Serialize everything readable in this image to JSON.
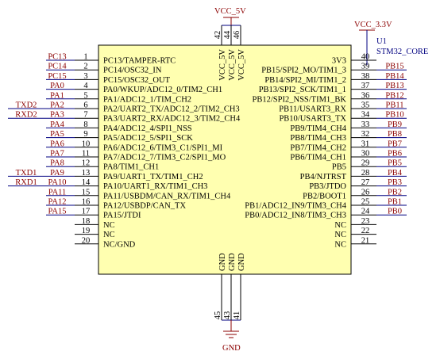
{
  "component": {
    "reference": "U1",
    "value": "STM32_CORE",
    "fill_color": "#ffffb0"
  },
  "power_labels": {
    "vcc_5v": "VCC_5V",
    "vcc_3v3": "VCC_3.3V",
    "gnd": "GND"
  },
  "left_pins": [
    {
      "num": "1",
      "name": "PC13/TAMPER-RTC",
      "net": "PC13"
    },
    {
      "num": "2",
      "name": "PC14/OSC32_IN",
      "net": "PC14"
    },
    {
      "num": "3",
      "name": "PC15/OSC32_OUT",
      "net": "PC15"
    },
    {
      "num": "4",
      "name": "PA0/WKUP/ADC12_0/TIM2_CH1",
      "net": "PA0"
    },
    {
      "num": "5",
      "name": "PA1/ADC12_1/TIM_CH2",
      "net": "PA1"
    },
    {
      "num": "6",
      "name": "PA2/UART2_TX/ADC12_2/TIM2_CH3",
      "net": "PA2",
      "extra": "TXD2"
    },
    {
      "num": "7",
      "name": "PA3/UART2_RX/ADC12_3/TIM2_CH4",
      "net": "PA3",
      "extra": "RXD2"
    },
    {
      "num": "8",
      "name": "PA4/ADC12_4/SPI1_NSS",
      "net": "PA4"
    },
    {
      "num": "9",
      "name": "PA5/ADC12_5/SPI1_SCK",
      "net": "PA5"
    },
    {
      "num": "10",
      "name": "PA6/ADC12_6/TIM3_C1/SPI1_MI",
      "net": "PA6"
    },
    {
      "num": "11",
      "name": "PA7/ADC12_7/TIM3_C2/SPI1_MO",
      "net": "PA7"
    },
    {
      "num": "12",
      "name": "PA8/TIM1_CH1",
      "net": "PA8"
    },
    {
      "num": "13",
      "name": "PA9/UART1_TX/TIM1_CH2",
      "net": "PA9",
      "extra": "TXD1"
    },
    {
      "num": "14",
      "name": "PA10/UART1_RX/TIM1_CH3",
      "net": "PA10",
      "extra": "RXD1"
    },
    {
      "num": "15",
      "name": "PA11/USBDM/CAN_RX/TIM1_CH4",
      "net": "PA11"
    },
    {
      "num": "16",
      "name": "PA12/USBDP/CAN_TX",
      "net": "PA12"
    },
    {
      "num": "17",
      "name": "PA15/JTDI",
      "net": "PA15"
    },
    {
      "num": "18",
      "name": "NC",
      "net": ""
    },
    {
      "num": "19",
      "name": "NC",
      "net": ""
    },
    {
      "num": "20",
      "name": "NC/GND",
      "net": ""
    }
  ],
  "right_pins": [
    {
      "num": "40",
      "name": "3V3",
      "net": ""
    },
    {
      "num": "39",
      "name": "PB15/SPI2_MO/TIM1_3",
      "net": "PB15"
    },
    {
      "num": "38",
      "name": "PB14/SPI2_MI/TIM1_2",
      "net": "PB14"
    },
    {
      "num": "37",
      "name": "PB13/SPI2_SCK/TIM1_1",
      "net": "PB13"
    },
    {
      "num": "36",
      "name": "PB12/SPI2_NSS/TIM1_BK",
      "net": "PB12"
    },
    {
      "num": "35",
      "name": "PB11/USART3_RX",
      "net": "PB11"
    },
    {
      "num": "34",
      "name": "PB10/USART3_TX",
      "net": "PB10"
    },
    {
      "num": "33",
      "name": "PB9/TIM4_CH4",
      "net": "PB9"
    },
    {
      "num": "32",
      "name": "PB8/TIM4_CH3",
      "net": "PB8"
    },
    {
      "num": "31",
      "name": "PB7/TIM4_CH2",
      "net": "PB7"
    },
    {
      "num": "30",
      "name": "PB6/TIM4_CH1",
      "net": "PB6"
    },
    {
      "num": "29",
      "name": "PB5",
      "net": "PB5"
    },
    {
      "num": "28",
      "name": "PB4/NJTRST",
      "net": "PB4"
    },
    {
      "num": "27",
      "name": "PB3/JTDO",
      "net": "PB3"
    },
    {
      "num": "26",
      "name": "PB2/BOOT1",
      "net": "PB2"
    },
    {
      "num": "25",
      "name": "PB1/ADC12_IN9/TIM3_CH4",
      "net": "PB1"
    },
    {
      "num": "24",
      "name": "PB0/ADC12_IN8/TIM3_CH3",
      "net": "PB0"
    },
    {
      "num": "23",
      "name": "NC",
      "net": ""
    },
    {
      "num": "22",
      "name": "NC",
      "net": ""
    },
    {
      "num": "21",
      "name": "NC",
      "net": ""
    }
  ],
  "top_pins": [
    {
      "num": "42",
      "name": "VCC_5V"
    },
    {
      "num": "44",
      "name": "VCC_5V"
    },
    {
      "num": "46",
      "name": "VCC_5V"
    }
  ],
  "bottom_pins": [
    {
      "num": "45",
      "name": "GND"
    },
    {
      "num": "43",
      "name": "GND"
    },
    {
      "num": "41",
      "name": "GND"
    }
  ]
}
